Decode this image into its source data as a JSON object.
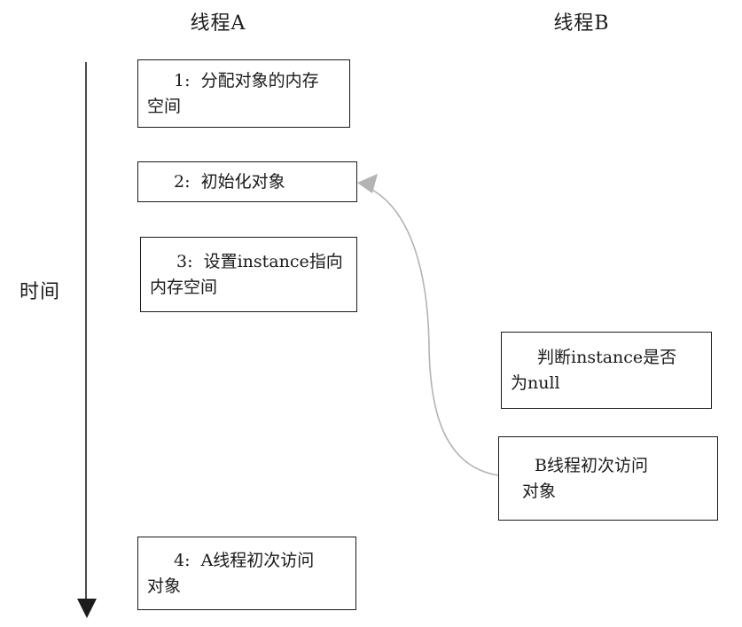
{
  "headers": {
    "thread_a": "线程A",
    "thread_b": "线程B"
  },
  "time_axis": {
    "label": "时间",
    "direction": "down"
  },
  "thread_a_steps": [
    {
      "id": "1",
      "text": "1:  分配对象的内存空间",
      "lines": [
        "1:  分配对象的内存",
        "空间"
      ]
    },
    {
      "id": "2",
      "text": "2:  初始化对象",
      "lines": [
        "2:  初始化对象"
      ]
    },
    {
      "id": "3",
      "text": "3:  设置instance指向内存空间",
      "lines": [
        "3:  设置instance指向",
        "内存空间"
      ]
    },
    {
      "id": "4",
      "text": "4:  A线程初次访问对象",
      "lines": [
        "4:  A线程初次访问",
        "对象"
      ]
    }
  ],
  "thread_b_steps": [
    {
      "text": "判断instance是否为null",
      "lines": [
        "判断instance是否",
        "为null"
      ]
    },
    {
      "text": "B线程初次访问对象",
      "lines": [
        "B线程初次访问",
        "对象"
      ]
    }
  ],
  "dependency_arrow": {
    "from": "B线程初次访问对象",
    "to": "2:  初始化对象"
  },
  "colors": {
    "background": "#ffffff",
    "box_border": "#1a1a1a",
    "text": "#1a1a1a",
    "time_axis_line": "#4a4a4a",
    "time_arrowhead": "#1c1c1c",
    "dependency_arrow": "#b3b3b3"
  }
}
